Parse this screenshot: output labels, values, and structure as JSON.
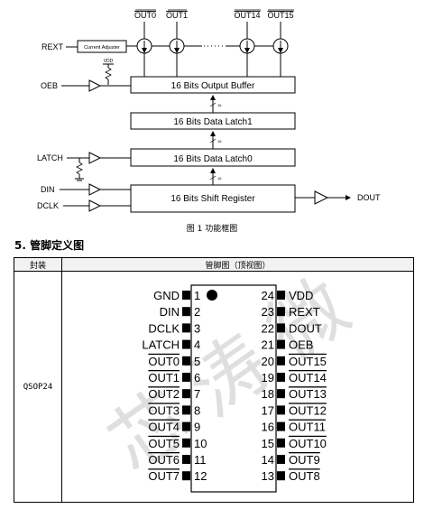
{
  "block_diagram": {
    "outputs_top": [
      "OUT0",
      "OUT1",
      "OUT14",
      "OUT15"
    ],
    "rext_label": "REXT",
    "current_adjuster_label": "Current Adjuster",
    "vdd_label": "VDD",
    "oeb_label": "OEB",
    "output_buffer_label": "16 Bits Output Buffer",
    "data_latch1_label": "16 Bits Data Latch1",
    "latch_label": "LATCH",
    "data_latch0_label": "16 Bits Data Latch0",
    "din_label": "DIN",
    "dclk_label": "DCLK",
    "shift_register_label": "16 Bits Shift Register",
    "dout_label": "DOUT",
    "bus_width": "16"
  },
  "caption": "图 1  功能框图",
  "section_title": "5.  管脚定义图",
  "table": {
    "header_package": "封装",
    "header_diagram": "管脚图（顶视图）",
    "package_name": "QSOP24"
  },
  "pinout": {
    "left_pins": [
      {
        "num": "1",
        "name": "GND",
        "overline": false
      },
      {
        "num": "2",
        "name": "DIN",
        "overline": false
      },
      {
        "num": "3",
        "name": "DCLK",
        "overline": false
      },
      {
        "num": "4",
        "name": "LATCH",
        "overline": false
      },
      {
        "num": "5",
        "name": "OUT0",
        "overline": true
      },
      {
        "num": "6",
        "name": "OUT1",
        "overline": true
      },
      {
        "num": "7",
        "name": "OUT2",
        "overline": true
      },
      {
        "num": "8",
        "name": "OUT3",
        "overline": true
      },
      {
        "num": "9",
        "name": "OUT4",
        "overline": true
      },
      {
        "num": "10",
        "name": "OUT5",
        "overline": true
      },
      {
        "num": "11",
        "name": "OUT6",
        "overline": true
      },
      {
        "num": "12",
        "name": "OUT7",
        "overline": true
      }
    ],
    "right_pins": [
      {
        "num": "24",
        "name": "VDD",
        "overline": false
      },
      {
        "num": "23",
        "name": "REXT",
        "overline": false
      },
      {
        "num": "22",
        "name": "DOUT",
        "overline": false
      },
      {
        "num": "21",
        "name": "OEB",
        "overline": false
      },
      {
        "num": "20",
        "name": "OUT15",
        "overline": true
      },
      {
        "num": "19",
        "name": "OUT14",
        "overline": true
      },
      {
        "num": "18",
        "name": "OUT13",
        "overline": true
      },
      {
        "num": "17",
        "name": "OUT12",
        "overline": true
      },
      {
        "num": "16",
        "name": "OUT11",
        "overline": true
      },
      {
        "num": "15",
        "name": "OUT10",
        "overline": true
      },
      {
        "num": "14",
        "name": "OUT9",
        "overline": true
      },
      {
        "num": "13",
        "name": "OUT8",
        "overline": true
      }
    ]
  },
  "watermark": "芯 涛 微"
}
